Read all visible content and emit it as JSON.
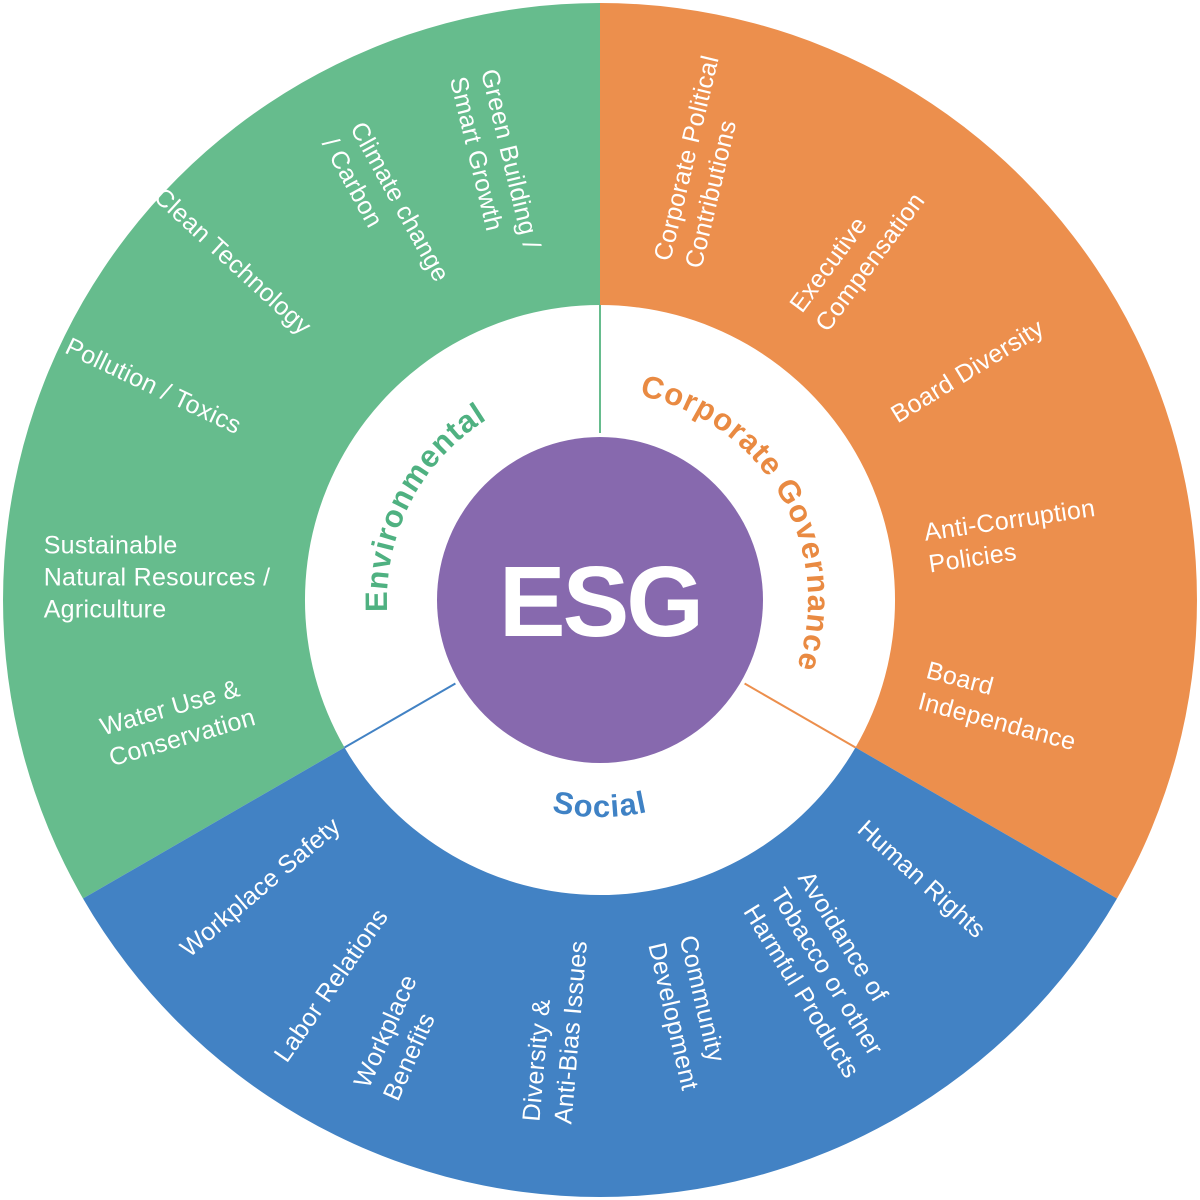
{
  "center": {
    "label": "ESG",
    "color": "#8769AE"
  },
  "colors": {
    "environmental": "#66BC8D",
    "governance": "#EC8F4D",
    "social": "#4282C4",
    "center": "#8769AE",
    "label_text": "#FFFFFF",
    "background": "#FFFFFF"
  },
  "segments": [
    {
      "name": "Environmental",
      "color": "#66BC8D",
      "items": [
        {
          "text": "Green Building /\nSmart Growth"
        },
        {
          "text": "Climate change\n/ Carbon"
        },
        {
          "text": "Clean Technology"
        },
        {
          "text": "Pollution / Toxics"
        },
        {
          "text": "Sustainable\nNatural Resources /\nAgriculture"
        },
        {
          "text": "Water Use &\nConservation"
        }
      ]
    },
    {
      "name": "Corporate Governance",
      "color": "#EC8F4D",
      "items": [
        {
          "text": "Corporate Political\nContributions"
        },
        {
          "text": "Executive\nCompensation"
        },
        {
          "text": "Board Diversity"
        },
        {
          "text": "Anti-Corruption\nPolicies"
        },
        {
          "text": "Board\nIndependance"
        }
      ]
    },
    {
      "name": "Social",
      "color": "#4282C4",
      "items": [
        {
          "text": "Human Rights"
        },
        {
          "text": "Avoidance of\nTobacco or other\nHarmful Products"
        },
        {
          "text": "Community\nDevelopment"
        },
        {
          "text": "Diversity &\nAnti-Bias Issues"
        },
        {
          "text": "Workplace\nBenefits"
        },
        {
          "text": "Labor Relations"
        },
        {
          "text": "Workplace Safety"
        }
      ]
    }
  ]
}
